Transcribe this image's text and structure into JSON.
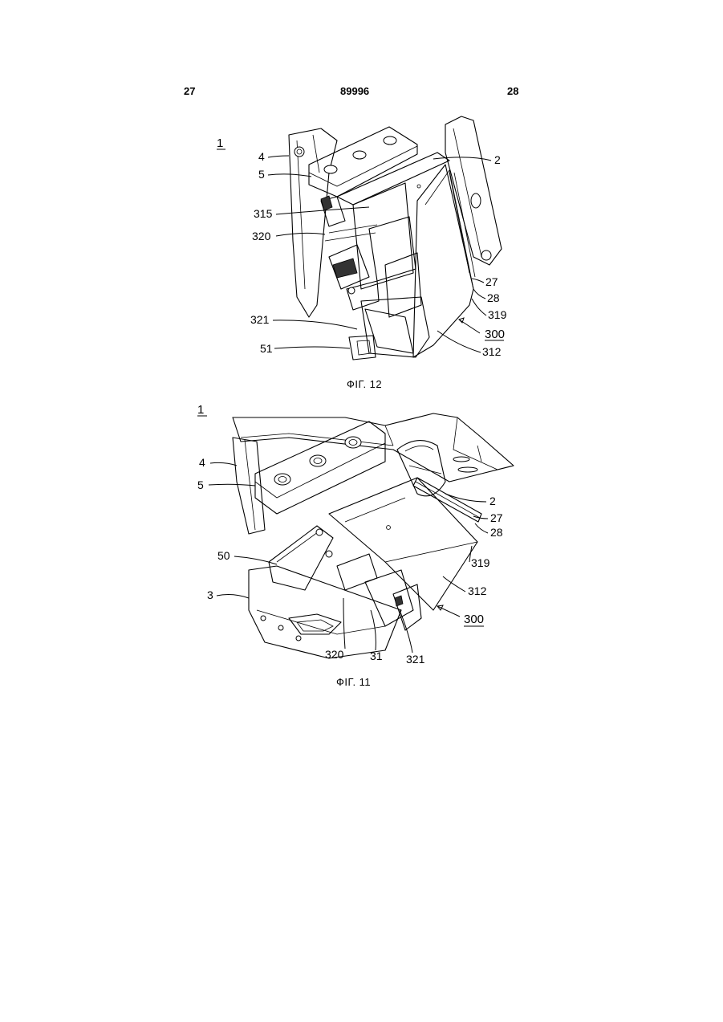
{
  "header": {
    "left_page": "27",
    "doc_number": "89996",
    "right_page": "28"
  },
  "figure12": {
    "caption": "ФІГ. 12",
    "ref_main": "1",
    "labels": [
      "4",
      "5",
      "2",
      "315",
      "320",
      "27",
      "28",
      "319",
      "321",
      "300",
      "51",
      "312"
    ]
  },
  "figure11": {
    "caption": "ФІГ. 11",
    "ref_main": "1",
    "labels": [
      "4",
      "5",
      "2",
      "27",
      "28",
      "50",
      "319",
      "312",
      "3",
      "300",
      "320",
      "31",
      "321"
    ]
  }
}
